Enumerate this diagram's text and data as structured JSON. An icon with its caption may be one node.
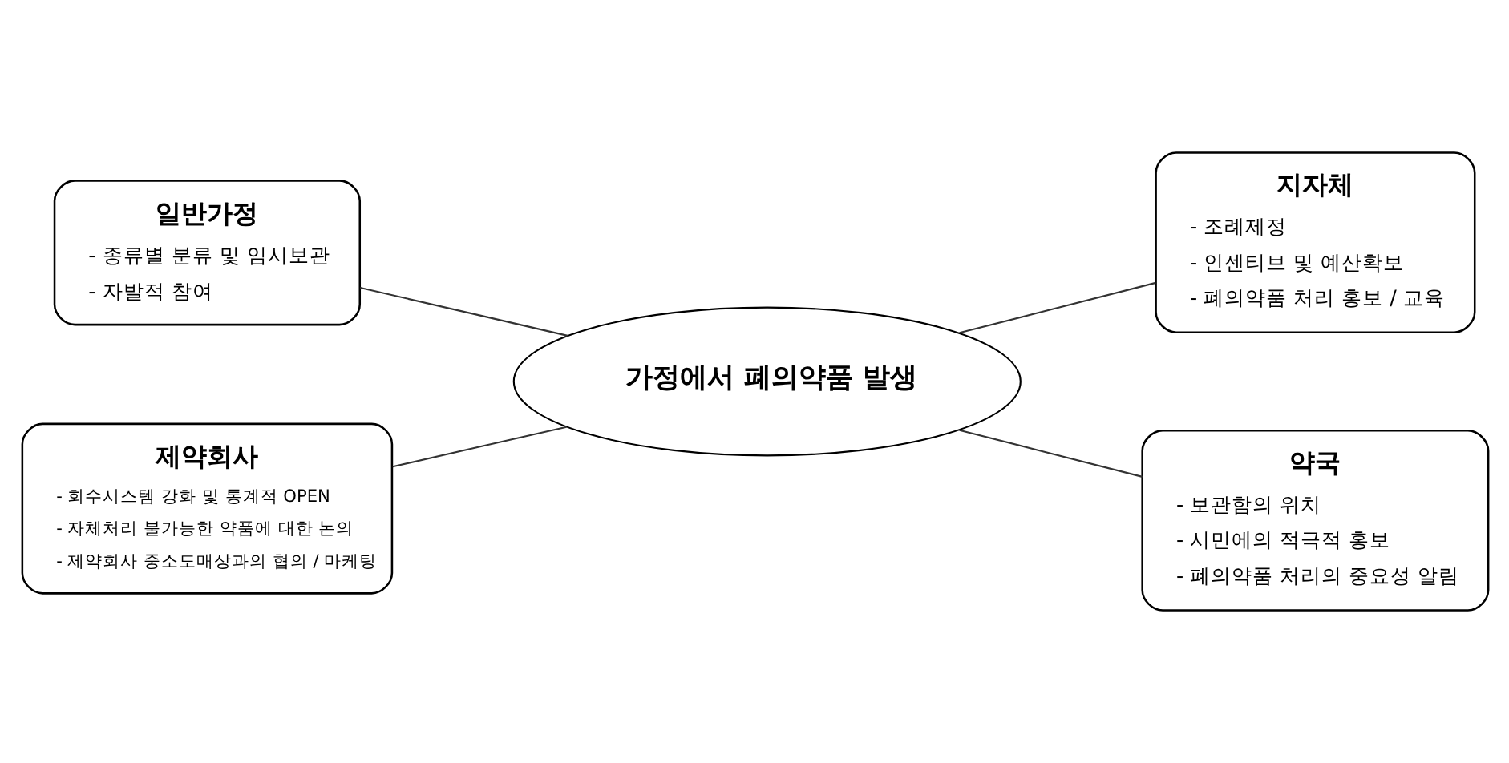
{
  "diagram": {
    "nodes": [
      {
        "text": [
          "일반가정",
          "- 종류별 분류 및 임시보관",
          "- 자발적 참여"
        ]
      },
      {
        "text": [
          "지자체",
          "- 조례제정",
          "- 인센티브 및 예산확보",
          "- 폐의약품 처리 홍보 / 교육"
        ]
      },
      {
        "text": [
          "가정에서 폐의약품 발생"
        ]
      },
      {
        "text": [
          "제약회사",
          "- 회수시스템 강화 및 통계적 OPEN",
          "- 자체처리 불가능한 약품에 대한 논의",
          "- 제약회사 중소도매상과의 협의 / 마케팅"
        ]
      },
      {
        "text": [
          "약국",
          "- 보관함의 위치",
          "- 시민에의 적극적 홍보",
          "- 폐의약품 처리의 중요성 알림"
        ]
      }
    ],
    "edges": [
      {
        "from": 2,
        "to": 0,
        "arrow": "none"
      },
      {
        "from": 2,
        "to": 1,
        "arrow": "none"
      },
      {
        "from": 2,
        "to": 3,
        "arrow": "none"
      },
      {
        "from": 2,
        "to": 4,
        "arrow": "none"
      }
    ]
  }
}
